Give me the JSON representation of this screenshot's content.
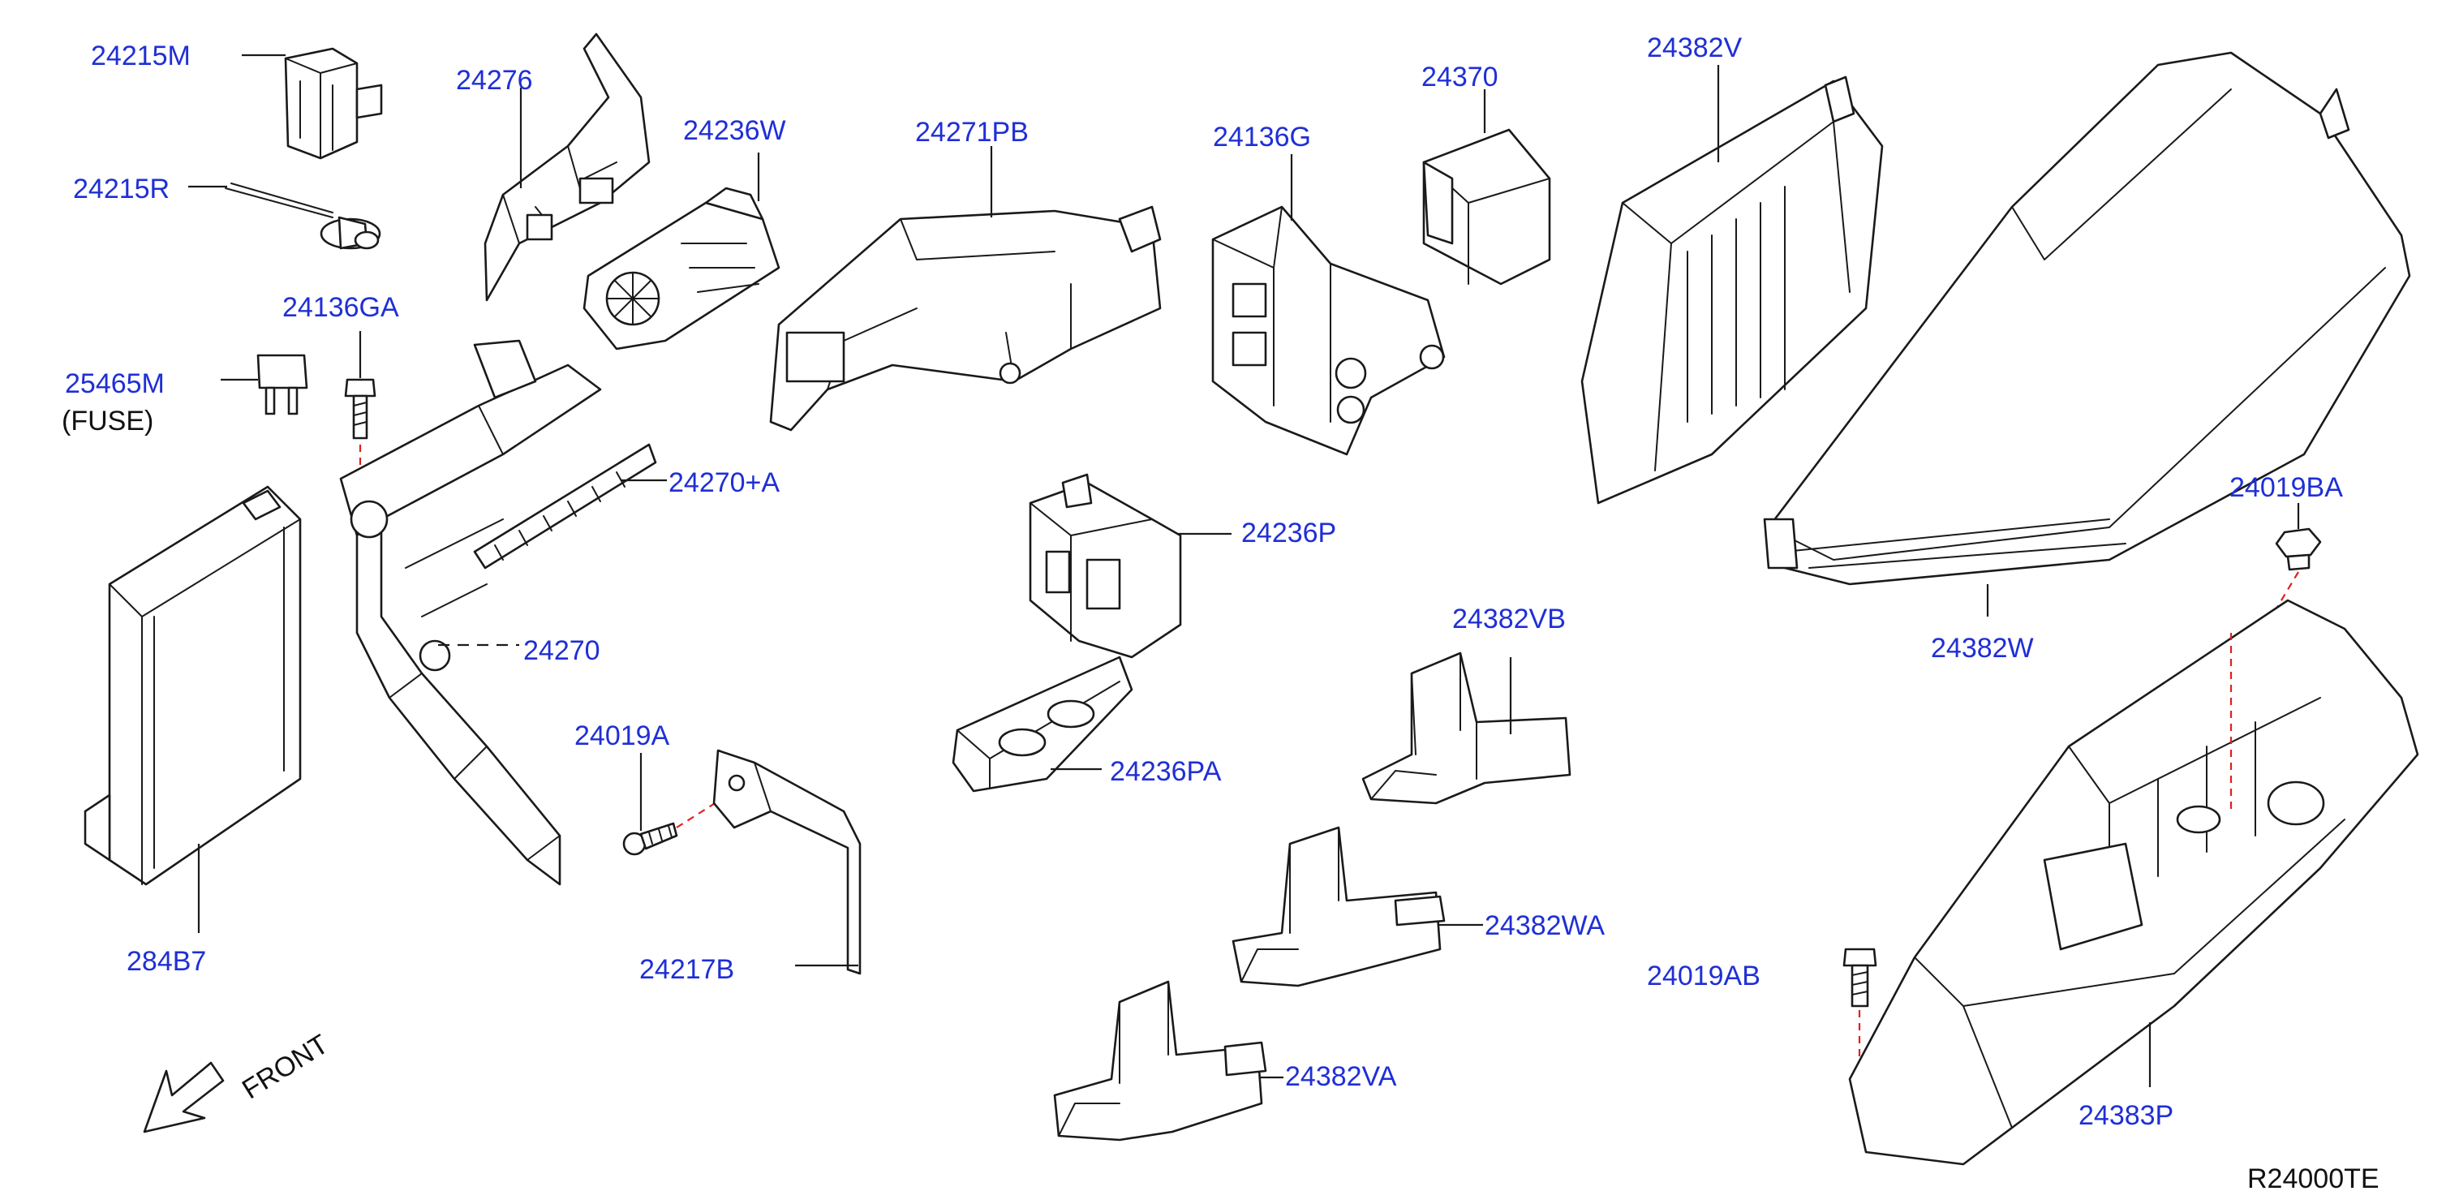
{
  "colors": {
    "label": "#1f2fd6",
    "line": "#1a1a1a",
    "centerline": "#e02020"
  },
  "labels": {
    "p24215M": "24215M",
    "p24215R": "24215R",
    "p24136GA": "24136GA",
    "p25465M": "25465M",
    "fuse": "(FUSE)",
    "p24276": "24276",
    "p24236W": "24236W",
    "p24271PB": "24271PB",
    "p24136G": "24136G",
    "p24370": "24370",
    "p24382V": "24382V",
    "p24270A": "24270+A",
    "p24236P": "24236P",
    "p24270": "24270",
    "p24019BA": "24019BA",
    "p24382VB": "24382VB",
    "p24382W": "24382W",
    "p24019A": "24019A",
    "p24236PA": "24236PA",
    "p284B7": "284B7",
    "p24217B": "24217B",
    "p24382WA": "24382WA",
    "p24019AB": "24019AB",
    "p24382VA": "24382VA",
    "p24383P": "24383P",
    "front": "FRONT",
    "ref": "R24000TE"
  }
}
